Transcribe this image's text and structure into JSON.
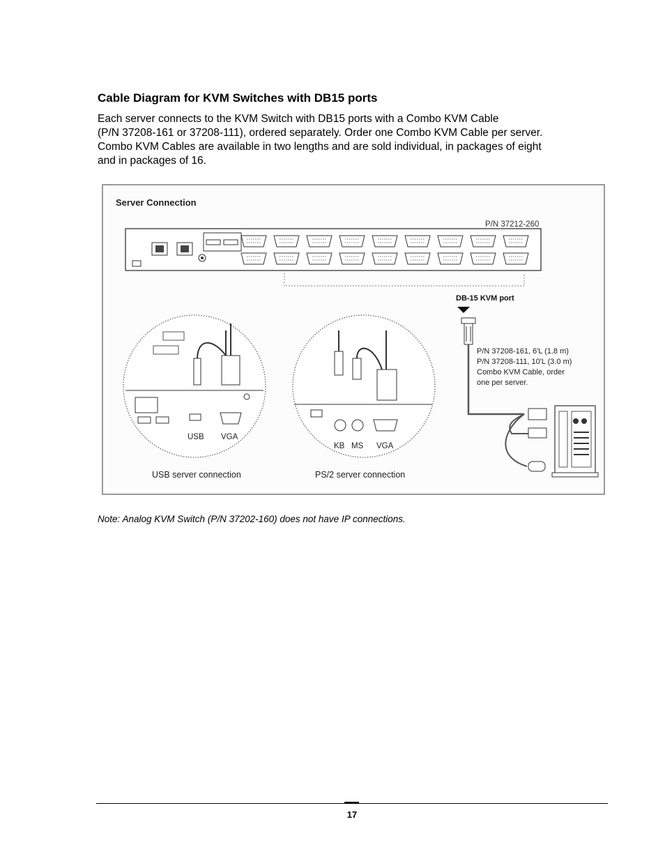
{
  "heading": "Cable Diagram for KVM Switches with DB15 ports",
  "paragraph_lines": [
    "Each server connects to the KVM Switch with DB15 ports with a Combo KVM Cable",
    "(P/N 37208-161 or 37208-111), ordered separately. Order one Combo KVM Cable per server.",
    "Combo KVM Cables are available in two lengths and are sold individual, in packages of eight",
    "and in packages of 16."
  ],
  "figure": {
    "title": "Server Connection",
    "switch_part_number": "P/N 37212-260",
    "port_label": "DB-15 KVM port",
    "cable_info": [
      "P/N 37208-161, 6'L (1.8 m)",
      "P/N 37208-111, 10'L (3.0 m)",
      "Combo KVM Cable, order",
      "one per server."
    ],
    "usb_panel": {
      "port_usb": "USB",
      "port_vga": "VGA",
      "caption": "USB server connection"
    },
    "ps2_panel": {
      "port_kb": "KB",
      "port_ms": "MS",
      "port_vga": "VGA",
      "caption": "PS/2 server connection"
    }
  },
  "note": "Note: Analog KVM Switch (P/N 37202-160) does not have IP connections.",
  "page_number": "17"
}
